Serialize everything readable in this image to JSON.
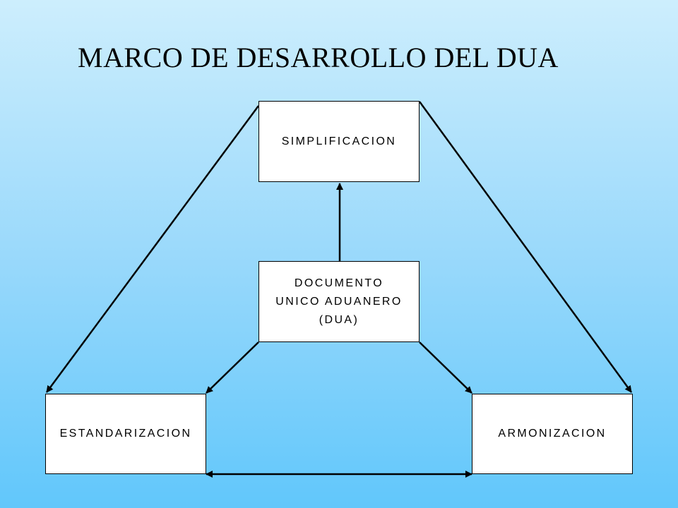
{
  "title": "MARCO DE DESARROLLO DEL DUA",
  "nodes": {
    "top": "SIMPLIFICACION",
    "center": [
      "DOCUMENTO",
      "UNICO ADUANERO",
      "(DUA)"
    ],
    "left": "ESTANDARIZACION",
    "right": "ARMONIZACION"
  },
  "colors": {
    "background_top": "#cdeefd",
    "background_bottom": "#61c7fb",
    "box": "#ffffff",
    "stroke": "#000000"
  }
}
